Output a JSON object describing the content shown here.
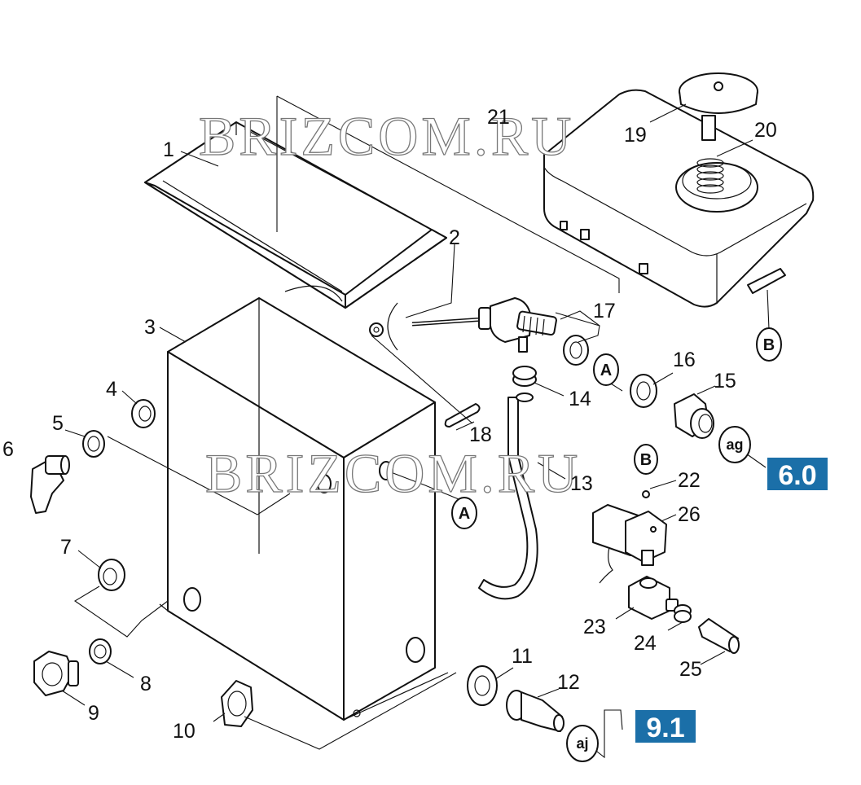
{
  "watermark": "BRIZCOM.RU",
  "section_refs": {
    "upper": "6.0",
    "lower": "9.1"
  },
  "connection_refs": {
    "a": "A",
    "b": "B",
    "ag": "ag",
    "aj": "aj"
  },
  "parts": {
    "p1": "1",
    "p2": "2",
    "p3": "3",
    "p4": "4",
    "p5": "5",
    "p6": "6",
    "p7": "7",
    "p8": "8",
    "p9": "9",
    "p10": "10",
    "p11": "11",
    "p12": "12",
    "p13": "13",
    "p14": "14",
    "p15": "15",
    "p16": "16",
    "p17": "17",
    "p18": "18",
    "p19": "19",
    "p20": "20",
    "p21": "21",
    "p22": "22",
    "p23": "23",
    "p24": "24",
    "p25": "25",
    "p26": "26"
  }
}
